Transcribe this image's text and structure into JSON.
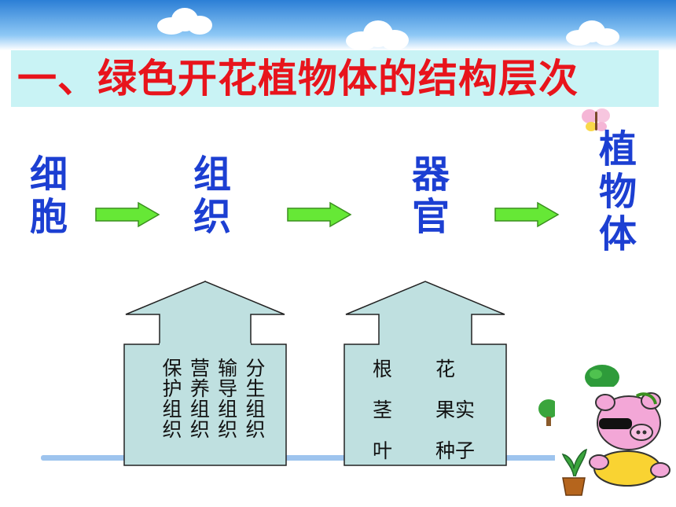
{
  "title": "一、绿色开花植物体的结构层次",
  "stages": [
    "细胞",
    "组织",
    "器官",
    "植物体"
  ],
  "tissues": [
    "保护组织",
    "营养组织",
    "输导组织",
    "分生组织"
  ],
  "organs": [
    "根",
    "花",
    "茎",
    "果实",
    "叶",
    "种子"
  ],
  "colors": {
    "title_text": "#e8141c",
    "title_band": "#c9f3f5",
    "stage_text": "#1c3fd2",
    "arrow_fill": "#66e836",
    "box_fill": "#bfe0e0",
    "floor_line": "#9ec4ee"
  }
}
